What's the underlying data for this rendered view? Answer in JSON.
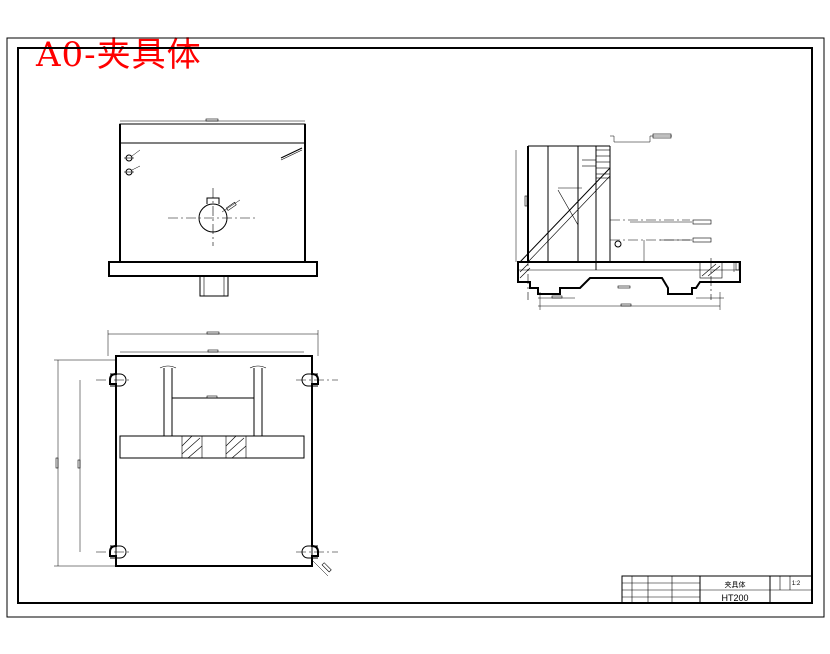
{
  "drawing": {
    "title": "A0-夹具体",
    "accent_color": "#ff0000",
    "line_color": "#000000"
  },
  "title_block": {
    "part_name": "夹具体",
    "material": "HT200",
    "scale": "1:2"
  }
}
